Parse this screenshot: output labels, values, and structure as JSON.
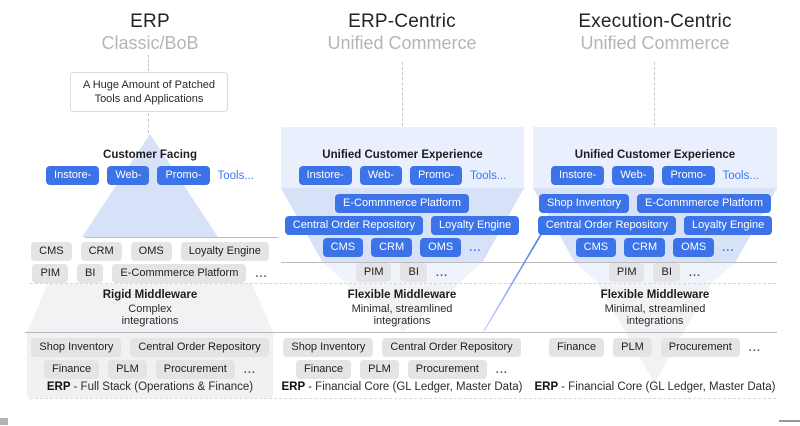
{
  "colors": {
    "accent_blue": "#3d73e8",
    "link_blue": "#3d79f0",
    "customer_box_blue": "#e9effc",
    "funnel_blue": "#d7e2f9",
    "chip_gray": "#e4e4e7",
    "panel_gray": "#f1f1f3",
    "subtitle_gray": "#b5b5b9"
  },
  "columns": [
    {
      "title": "ERP",
      "subtitle": "Classic/BoB",
      "note_line1": "A Huge Amount of Patched",
      "note_line2": "Tools and Applications",
      "customer_label": "Customer Facing",
      "customer_chips": [
        "Instore-",
        "Web-",
        "Promo-"
      ],
      "customer_more": "Tools...",
      "tools_row1": [
        "CMS",
        "CRM",
        "OMS",
        "Loyalty Engine"
      ],
      "tools_row2": [
        "PIM",
        "BI",
        "E-Commmerce Platform"
      ],
      "tools_row2_more": "...",
      "middleware_title": "Rigid Middleware",
      "middleware_line1": "Complex",
      "middleware_line2": "integrations",
      "erp_row1": [
        "Shop Inventory",
        "Central Order Repository"
      ],
      "erp_row2": [
        "Finance",
        "PLM",
        "Procurement"
      ],
      "erp_row2_more": "...",
      "erp_label": "ERP",
      "erp_desc": "- Full Stack (Operations & Finance)"
    },
    {
      "title": "ERP-Centric",
      "subtitle": "Unified Commerce",
      "customer_label": "Unified Customer Experience",
      "customer_chips": [
        "Instore-",
        "Web-",
        "Promo-"
      ],
      "customer_more": "Tools...",
      "exec_row1": [
        "E-Commmerce Platform"
      ],
      "exec_row2": [
        "Central Order Repository",
        "Loyalty Engine"
      ],
      "exec_row3": [
        "CMS",
        "CRM",
        "OMS"
      ],
      "exec_row3_more": "...",
      "tools_row": [
        "PIM",
        "BI"
      ],
      "tools_row_more": "...",
      "middleware_title": "Flexible Middleware",
      "middleware_line1": "Minimal, streamlined",
      "middleware_line2": "integrations",
      "erp_row1": [
        "Shop Inventory",
        "Central Order Repository"
      ],
      "erp_row2": [
        "Finance",
        "PLM",
        "Procurement"
      ],
      "erp_row2_more": "...",
      "erp_label": "ERP",
      "erp_desc": "- Financial Core (GL Ledger, Master Data)"
    },
    {
      "title": "Execution-Centric",
      "subtitle": "Unified Commerce",
      "customer_label": "Unified Customer Experience",
      "customer_chips": [
        "Instore-",
        "Web-",
        "Promo-"
      ],
      "customer_more": "Tools...",
      "exec_row1": [
        "Shop Inventory",
        "E-Commmerce Platform"
      ],
      "exec_row2": [
        "Central Order Repository",
        "Loyalty Engine"
      ],
      "exec_row3": [
        "CMS",
        "CRM",
        "OMS"
      ],
      "exec_row3_more": "...",
      "tools_row": [
        "PIM",
        "BI"
      ],
      "tools_row_more": "...",
      "middleware_title": "Flexible Middleware",
      "middleware_line1": "Minimal, streamlined",
      "middleware_line2": "integrations",
      "erp_row1": [
        "Finance",
        "PLM",
        "Procurement"
      ],
      "erp_row1_more": "...",
      "erp_label": "ERP",
      "erp_desc": "- Financial Core (GL Ledger, Master Data)"
    }
  ]
}
